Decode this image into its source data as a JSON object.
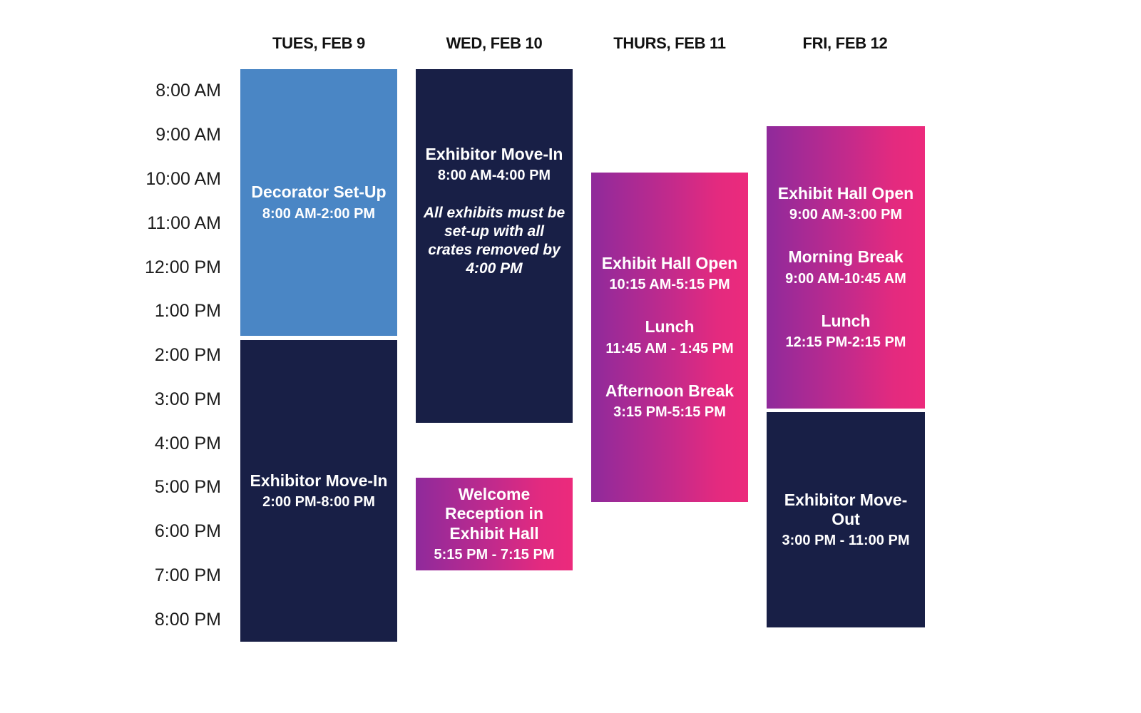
{
  "colors": {
    "blue": "#4a86c5",
    "navy": "#181f46",
    "gradient_start": "#8f2a9b",
    "gradient_end": "#ec2a7c",
    "background": "#ffffff",
    "text_dark": "#111111",
    "text_light": "#ffffff"
  },
  "time_axis": {
    "labels": [
      "8:00 AM",
      "9:00 AM",
      "10:00 AM",
      "11:00 AM",
      "12:00 PM",
      "1:00 PM",
      "2:00 PM",
      "3:00 PM",
      "4:00 PM",
      "5:00 PM",
      "6:00 PM",
      "7:00 PM",
      "8:00 PM"
    ]
  },
  "days": [
    {
      "header": "TUES, FEB 9",
      "blocks": [
        {
          "style": "blue",
          "events": [
            {
              "title": "Decorator Set-Up",
              "time": "8:00 AM-2:00 PM"
            }
          ]
        },
        {
          "style": "navy",
          "events": [
            {
              "title": "Exhibitor Move-In",
              "time": "2:00 PM-8:00 PM"
            }
          ]
        }
      ]
    },
    {
      "header": "WED, FEB 10",
      "blocks": [
        {
          "style": "navy",
          "events": [
            {
              "title": "Exhibitor Move-In",
              "time": "8:00 AM-4:00 PM",
              "note": "All exhibits must be set-up with all crates removed by 4:00 PM"
            }
          ]
        },
        {
          "style": "gradient",
          "events": [
            {
              "title": "Welcome Reception in Exhibit Hall",
              "time": "5:15 PM - 7:15 PM"
            }
          ]
        }
      ]
    },
    {
      "header": "THURS, FEB 11",
      "blocks": [
        {
          "style": "gradient",
          "events": [
            {
              "title": "Exhibit Hall Open",
              "time": "10:15 AM-5:15 PM"
            },
            {
              "title": "Lunch",
              "time": "11:45 AM - 1:45 PM"
            },
            {
              "title": "Afternoon Break",
              "time": "3:15 PM-5:15 PM"
            }
          ]
        }
      ]
    },
    {
      "header": "FRI, FEB 12",
      "blocks": [
        {
          "style": "gradient",
          "events": [
            {
              "title": "Exhibit Hall Open",
              "time": "9:00 AM-3:00 PM"
            },
            {
              "title": "Morning Break",
              "time": "9:00 AM-10:45 AM"
            },
            {
              "title": "Lunch",
              "time": "12:15 PM-2:15 PM"
            }
          ]
        },
        {
          "style": "navy",
          "events": [
            {
              "title": "Exhibitor Move-Out",
              "time": "3:00 PM - 11:00 PM"
            }
          ]
        }
      ]
    }
  ]
}
